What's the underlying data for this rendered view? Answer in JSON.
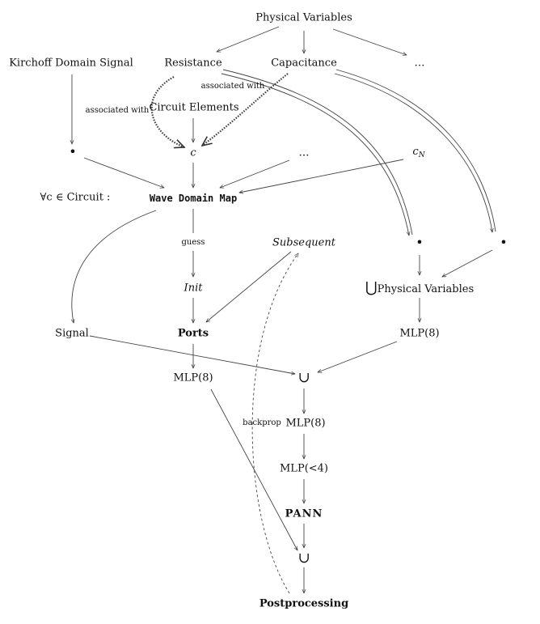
{
  "nodes": {
    "physical_variables": "Physical Variables",
    "kirchoff": "Kirchoff Domain Signal",
    "resistance": "Resistance",
    "capacitance": "Capacitance",
    "dots_top": "…",
    "circuit_elements": "Circuit Elements",
    "assoc_left": "associated with",
    "assoc_right": "associated with",
    "bullet_left": "•",
    "c": "c",
    "dots_mid": "…",
    "c_N_base": "c",
    "c_N_sub": "N",
    "forall": "∀c ∈ Circuit :",
    "wave_domain_map": "Wave Domain Map",
    "guess": "guess",
    "subsequent": "Subsequent",
    "bullet_mid": "•",
    "bullet_right": "•",
    "init": "Init",
    "union_physical_sym": "⋃",
    "union_physical_text": "Physical Variables",
    "signal": "Signal",
    "ports": "Ports",
    "mlp_right": "MLP(8)",
    "mlp_left": "MLP(8)",
    "union_center": "∪",
    "backprop": "backprop",
    "mlp_center": "MLP(8)",
    "mlp_lt4": "MLP(<4)",
    "pann": "PANN",
    "union_bottom": "∪",
    "postprocessing": "Postprocessing"
  }
}
